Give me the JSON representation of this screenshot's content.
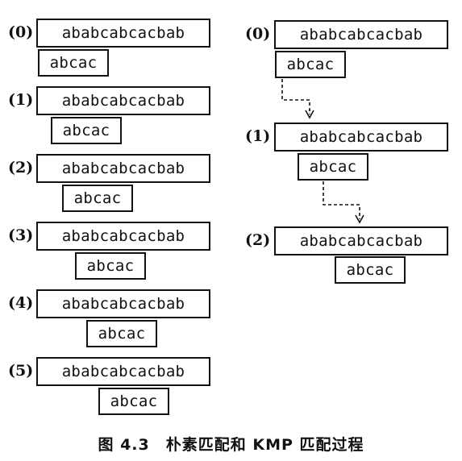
{
  "text": "ababcabcacbab",
  "pattern": "abcac",
  "naive": {
    "steps": [
      "(0)",
      "(1)",
      "(2)",
      "(3)",
      "(4)",
      "(5)"
    ]
  },
  "kmp": {
    "steps": [
      "(0)",
      "(1)",
      "(2)"
    ]
  },
  "caption": "图 4.3　朴素匹配和 KMP 匹配过程"
}
